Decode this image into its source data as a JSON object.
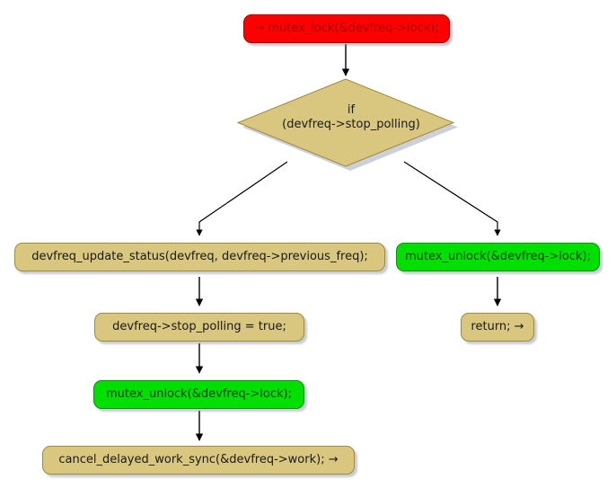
{
  "diagram": {
    "type": "flowchart",
    "title": "devfreq stop polling flowchart",
    "background": "#ffffff",
    "colors": {
      "activity_fill": "#d9c77f",
      "activity_border": "#9e8b3b",
      "lock_fill": "#ff0000",
      "lock_text": "#a80000",
      "unlock_fill": "#00e000",
      "unlock_text": "#0d3d0d",
      "edge": "#000000",
      "shadow": "#8d97ad"
    },
    "nodes": {
      "mutex_lock": {
        "label": "→ mutex_lock(&devfreq->lock);",
        "shape": "rounded-rect",
        "style": "red"
      },
      "decision": {
        "shape": "diamond",
        "line1": "if",
        "line2": "(devfreq->stop_polling)"
      },
      "update_status": {
        "label": "devfreq_update_status(devfreq, devfreq->previous_freq);",
        "shape": "rounded-rect",
        "style": "tan"
      },
      "mutex_unlock_right": {
        "label": "mutex_unlock(&devfreq->lock);",
        "shape": "rounded-rect",
        "style": "green"
      },
      "stop_polling_true": {
        "label": "devfreq->stop_polling = true;",
        "shape": "rounded-rect",
        "style": "tan"
      },
      "return_node": {
        "label": "return; →",
        "shape": "rounded-rect",
        "style": "tan"
      },
      "mutex_unlock_left": {
        "label": "mutex_unlock(&devfreq->lock);",
        "shape": "rounded-rect",
        "style": "green"
      },
      "cancel_work": {
        "label": "cancel_delayed_work_sync(&devfreq->work); →",
        "shape": "rounded-rect",
        "style": "tan"
      }
    }
  }
}
